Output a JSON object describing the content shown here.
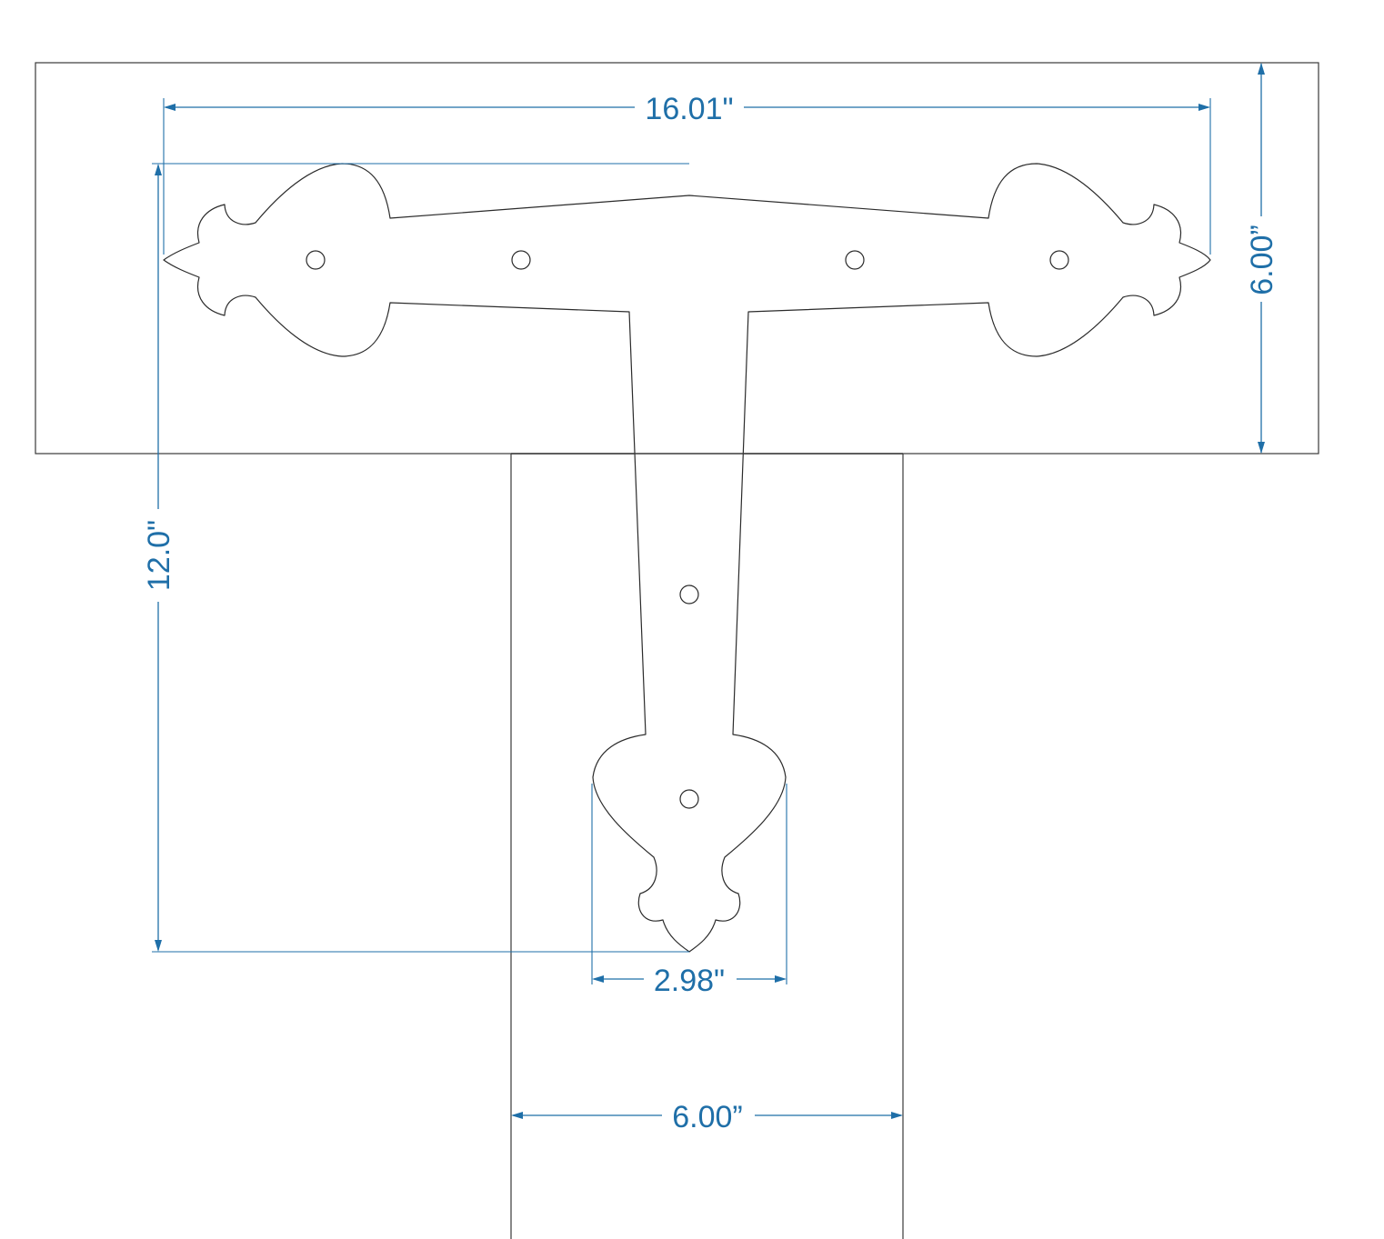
{
  "drawing": {
    "title": "T-hinge on board layout",
    "line_color": "#2b2b2b",
    "dimension_color": "#1f6fa8",
    "background": "#ffffff"
  },
  "dimensions": {
    "hinge_span": {
      "label": "16.01\"",
      "value": 16.01,
      "unit": "in"
    },
    "board_height": {
      "label": "6.00”",
      "value": 6.0,
      "unit": "in"
    },
    "hinge_leaf_length": {
      "label": "12.0\"",
      "value": 12.0,
      "unit": "in"
    },
    "leaf_tip_width": {
      "label": "2.98\"",
      "value": 2.98,
      "unit": "in"
    },
    "post_width": {
      "label": "6.00”",
      "value": 6.0,
      "unit": "in"
    }
  },
  "parts": {
    "horizontal_board": {
      "name": "horizontal board"
    },
    "vertical_post": {
      "name": "vertical post"
    },
    "t_hinge": {
      "name": "decorative T-hinge",
      "screw_holes": 6
    }
  }
}
